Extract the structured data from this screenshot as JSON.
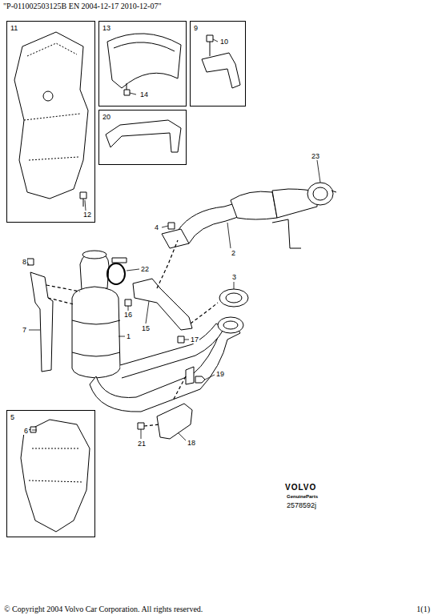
{
  "diagram": {
    "title": "\"P-011002503125B EN 2004-12-17 2010-12-07\"",
    "nodes": [
      {
        "text": [
          "11",
          "12"
        ]
      },
      {
        "text": [
          "13",
          "14"
        ]
      },
      {
        "text": [
          "9",
          "10"
        ]
      },
      {
        "text": [
          "20"
        ]
      },
      {
        "text": [
          "5",
          "6"
        ]
      }
    ],
    "labels": [
      "23",
      "4",
      "2",
      "8",
      "22",
      "3",
      "16",
      "15",
      "17",
      "1",
      "7",
      "19",
      "21",
      "18",
      "VOLVO",
      "GenuineParts",
      "2578592j",
      "© Copyright 2004 Volvo Car Corporation. All rights reserved.",
      "1(1)"
    ]
  }
}
